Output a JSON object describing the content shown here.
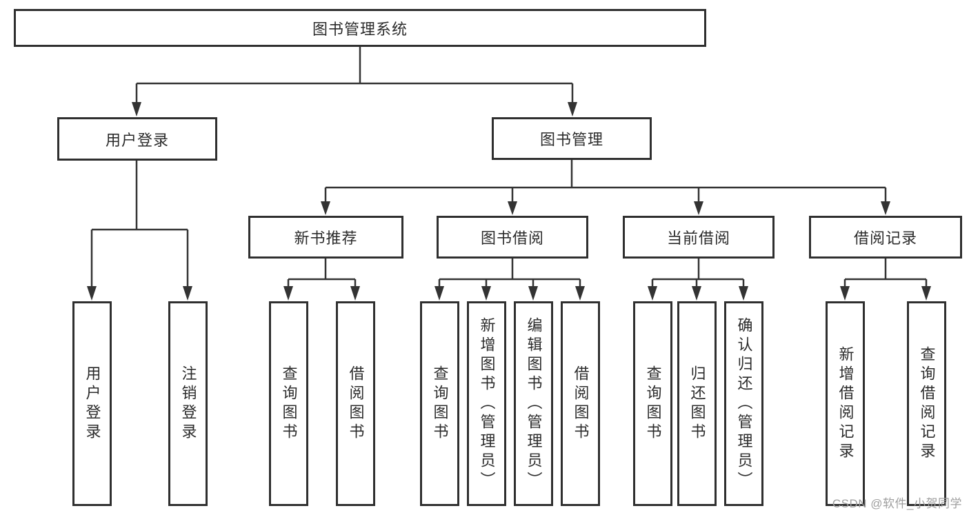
{
  "diagram": {
    "title_node": "图书管理系统",
    "root": {
      "label": "图书管理系统"
    },
    "branches": [
      {
        "label": "用户登录",
        "children": [
          {
            "label": "用户登录"
          },
          {
            "label": "注销登录"
          }
        ]
      },
      {
        "label": "图书管理",
        "children": [
          {
            "label": "新书推荐",
            "children": [
              {
                "label": "查询图书"
              },
              {
                "label": "借阅图书"
              }
            ]
          },
          {
            "label": "图书借阅",
            "children": [
              {
                "label": "查询图书"
              },
              {
                "label": "新增图书（管理员）"
              },
              {
                "label": "编辑图书（管理员）"
              },
              {
                "label": "借阅图书"
              }
            ]
          },
          {
            "label": "当前借阅",
            "children": [
              {
                "label": "查询图书"
              },
              {
                "label": "归还图书"
              },
              {
                "label": "确认归还（管理员）"
              }
            ]
          },
          {
            "label": "借阅记录",
            "children": [
              {
                "label": "新增借阅记录"
              },
              {
                "label": "查询借阅记录"
              }
            ]
          }
        ]
      }
    ]
  },
  "watermark": {
    "text": "CSDN @软件_小贺同学"
  },
  "colors": {
    "line_color": "#333333",
    "box_border": "#2f2f2f",
    "text_color": "#2b2b2b",
    "bg_color": "#ffffff",
    "watermark_color": "#9e9e9e"
  }
}
